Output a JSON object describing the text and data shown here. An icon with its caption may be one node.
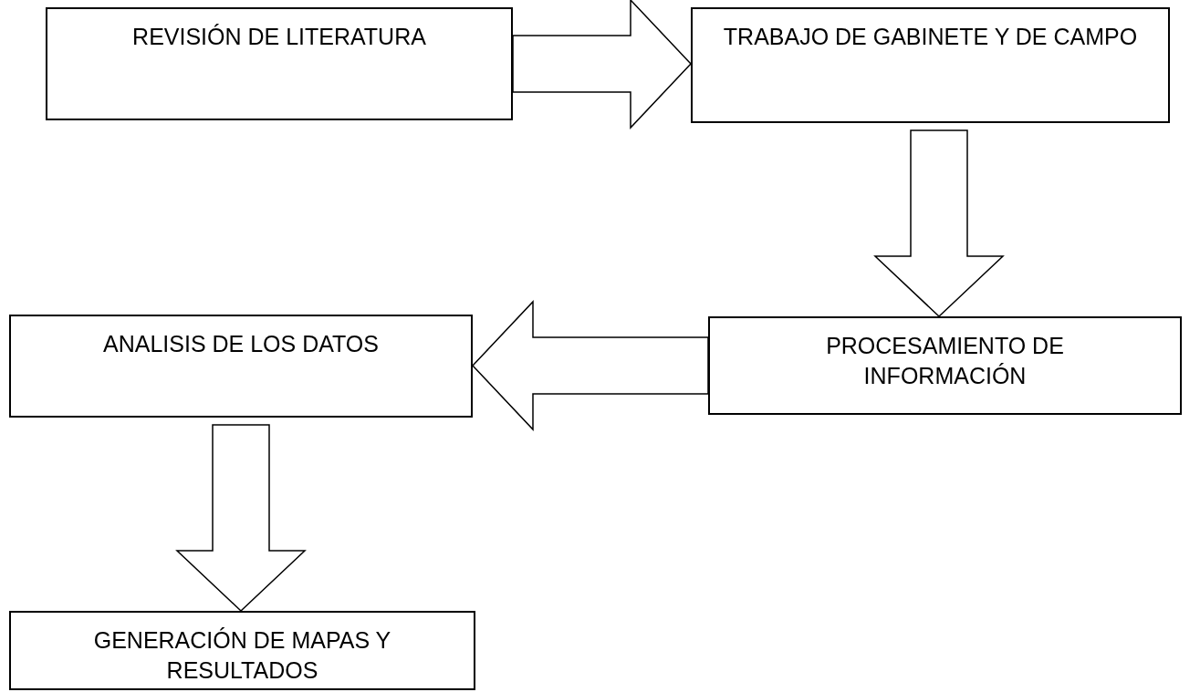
{
  "diagram": {
    "nodes": [
      {
        "text": [
          "REVISIÓN DE LITERATURA"
        ]
      },
      {
        "text": [
          "TRABAJO DE GABINETE Y DE CAMPO"
        ]
      },
      {
        "text": [
          "PROCESAMIENTO DE INFORMACIÓN"
        ]
      },
      {
        "text": [
          "ANALISIS DE LOS DATOS"
        ]
      },
      {
        "text": [
          "GENERACIÓN DE MAPAS Y RESULTADOS"
        ]
      }
    ],
    "edges": [
      {
        "from": 0,
        "to": 1,
        "arrow": "to"
      },
      {
        "from": 1,
        "to": 2,
        "arrow": "to"
      },
      {
        "from": 2,
        "to": 3,
        "arrow": "to"
      },
      {
        "from": 3,
        "to": 4,
        "arrow": "to"
      }
    ]
  }
}
